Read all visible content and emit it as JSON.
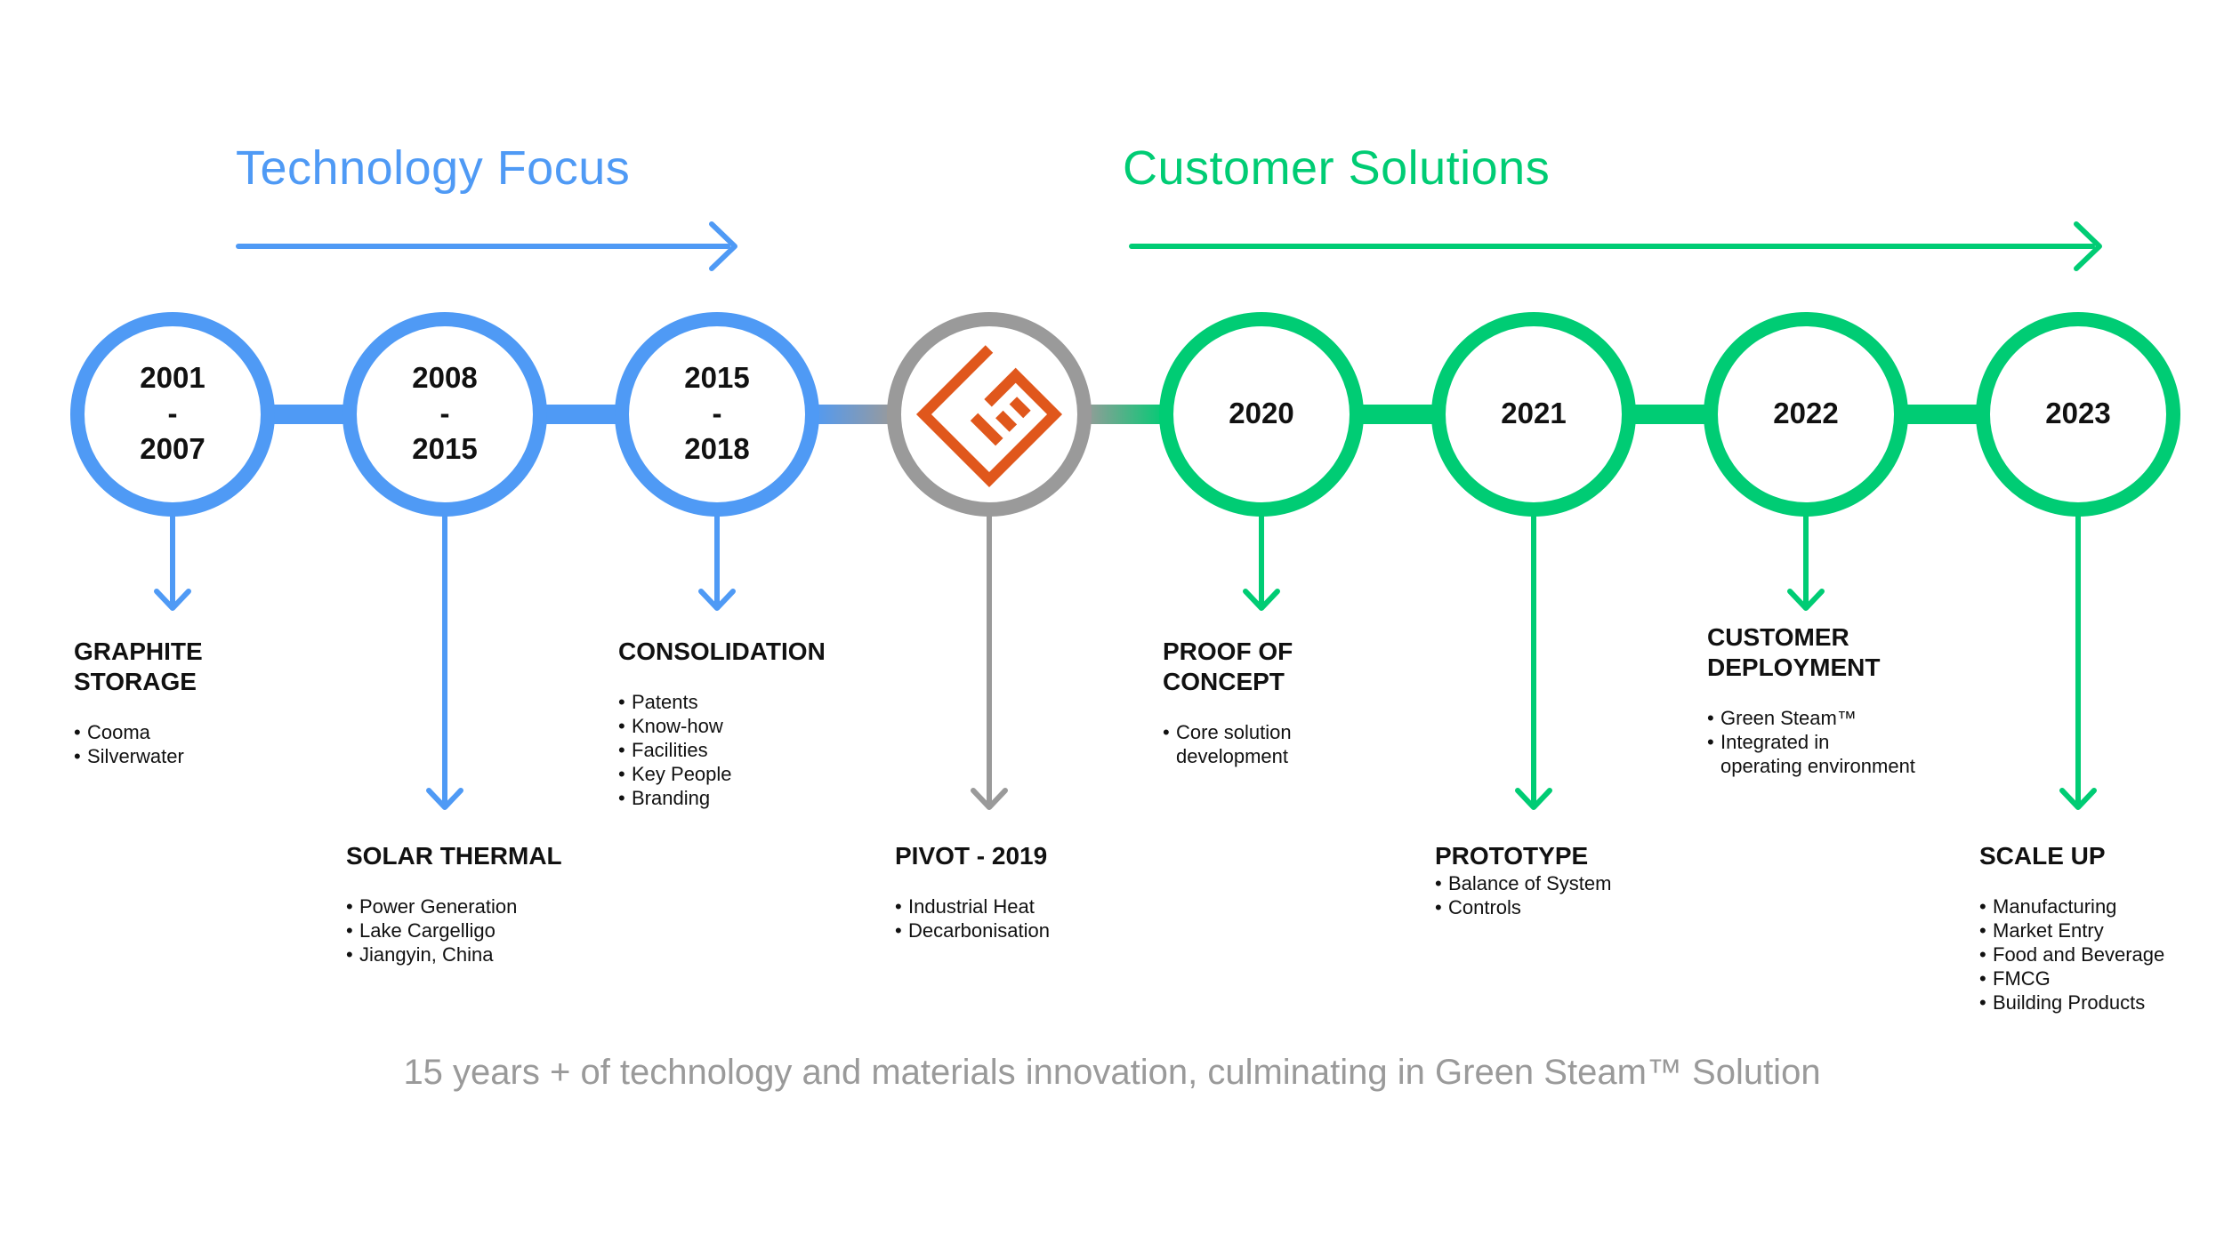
{
  "headings": {
    "technology": "Technology Focus",
    "customer": "Customer Solutions"
  },
  "colors": {
    "blue": "#4f9af5",
    "green": "#00cc74",
    "gray": "#9a9a9a",
    "logo": "#e0571c",
    "footer": "#9a9a9a"
  },
  "milestones": [
    {
      "year_top": "2001",
      "year_dash": "-",
      "year_bottom": "2007",
      "title": "GRAPHITE",
      "title2": "STORAGE",
      "bullets": [
        "Cooma",
        "Silverwater"
      ]
    },
    {
      "year_top": "2008",
      "year_dash": "-",
      "year_bottom": "2015",
      "title": "SOLAR THERMAL",
      "bullets": [
        "Power Generation",
        "Lake Cargelligo",
        "Jiangyin, China"
      ]
    },
    {
      "year_top": "2015",
      "year_dash": "-",
      "year_bottom": "2018",
      "title": "CONSOLIDATION",
      "bullets": [
        "Patents",
        "Know-how",
        "Facilities",
        "Key People",
        "Branding"
      ]
    },
    {
      "logo_icon": "green-steam-logo-icon",
      "title": "PIVOT - 2019",
      "bullets": [
        "Industrial Heat",
        "Decarbonisation"
      ]
    },
    {
      "year": "2020",
      "title": "PROOF OF",
      "title2": "CONCEPT",
      "bullets": [
        "Core solution"
      ],
      "bullet_cont": "development"
    },
    {
      "year": "2021",
      "title": "PROTOTYPE",
      "bullets": [
        "Balance of System",
        "Controls"
      ]
    },
    {
      "year": "2022",
      "title": "CUSTOMER",
      "title2": "DEPLOYMENT",
      "bullets": [
        "Green Steam™",
        "Integrated in"
      ],
      "bullet_cont": "operating environment"
    },
    {
      "year": "2023",
      "title": "SCALE UP",
      "bullets": [
        "Manufacturing",
        "Market Entry",
        "Food and Beverage",
        "FMCG",
        "Building Products"
      ]
    }
  ],
  "footer": "15 years + of technology and materials innovation, culminating in Green Steam™ Solution"
}
